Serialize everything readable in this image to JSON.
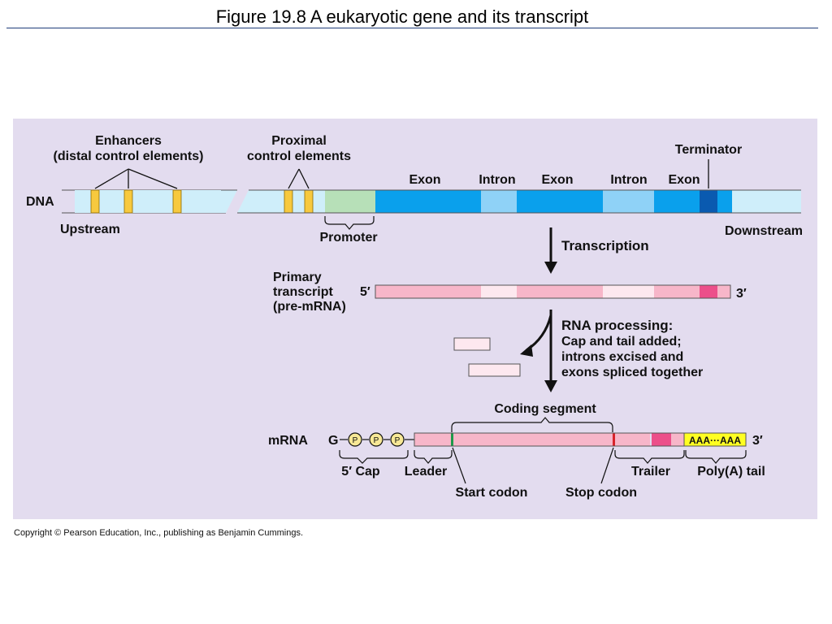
{
  "title": "Figure 19.8  A eukaryotic gene and its transcript",
  "copyright": "Copyright © Pearson Education, Inc., publishing as Benjamin Cummings.",
  "dna": {
    "label": "DNA",
    "enhancers_line1": "Enhancers",
    "enhancers_line2": "(distal control elements)",
    "proximal_line1": "Proximal",
    "proximal_line2": "control elements",
    "upstream": "Upstream",
    "promoter": "Promoter",
    "downstream": "Downstream",
    "terminator": "Terminator",
    "exon": "Exon",
    "intron": "Intron"
  },
  "transcription": "Transcription",
  "primary": {
    "line1": "Primary",
    "line2": "transcript",
    "line3": "(pre-mRNA)",
    "five": "5′",
    "three": "3′"
  },
  "processing": {
    "heading": "RNA processing:",
    "line1": "Cap and tail added;",
    "line2": "introns excised and",
    "line3": "exons spliced together"
  },
  "mrna": {
    "label": "mRNA",
    "g": "G",
    "p": "P",
    "polya_text": "AAA···AAA",
    "three": "3′",
    "coding_segment": "Coding segment",
    "cap": "5′ Cap",
    "leader": "Leader",
    "trailer": "Trailer",
    "polya_tail": "Poly(A) tail",
    "start_codon": "Start codon",
    "stop_codon": "Stop codon"
  },
  "colors": {
    "panel": "#e3dcef",
    "dna_light": "#cfeefa",
    "exon": "#0aa0ec",
    "intron": "#8fd2f7",
    "promoter": "#b7e0b8",
    "terminator": "#0a5ab0",
    "element_yellow": "#f7c93e",
    "rna_exon": "#f7b6c9",
    "rna_intron": "#fde8ef",
    "rna_dark": "#ec4f8a",
    "polya_yellow": "#ffff22",
    "start_codon": "#1d9a4a",
    "stop_codon": "#d8232a"
  }
}
